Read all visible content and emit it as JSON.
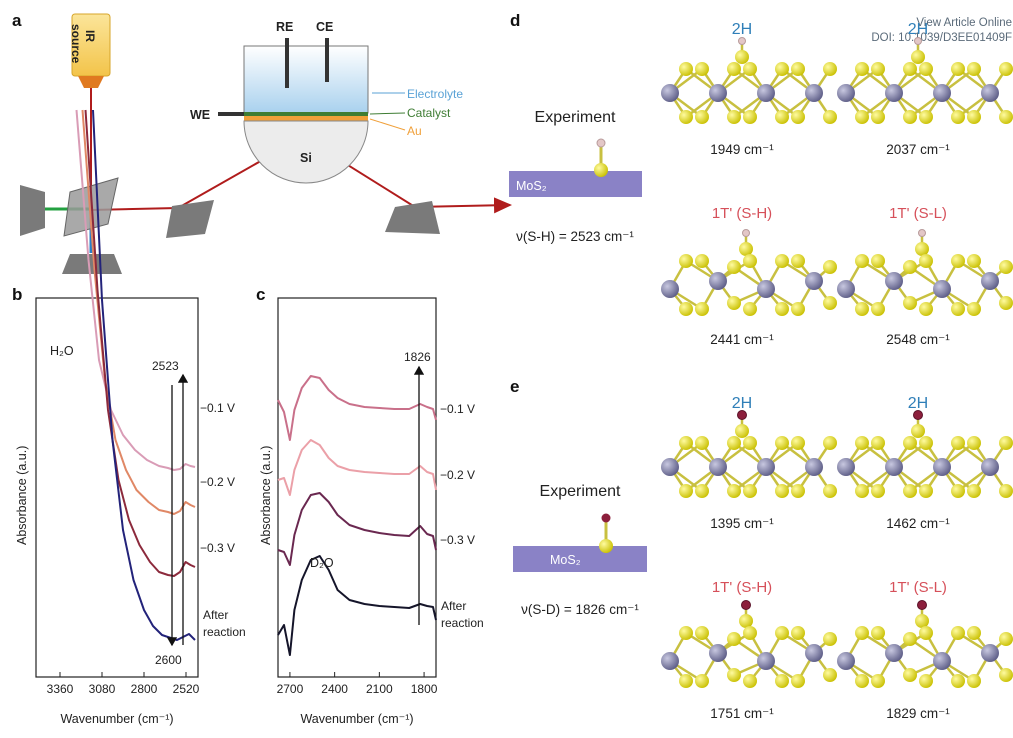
{
  "watermark": {
    "line1": "View Article Online",
    "line2": "DOI: 10.1039/D3EE01409F"
  },
  "panel_a": {
    "label": "a",
    "source_line1": "IR",
    "source_line2": "source",
    "electrodes": {
      "re": "RE",
      "ce": "CE",
      "we": "WE"
    },
    "layers": {
      "electrolyte": "Electrolyte",
      "catalyst": "Catalyst",
      "au": "Au",
      "si": "Si"
    },
    "colors": {
      "electrolyte": "#5aa2d6",
      "catalyst": "#3f7d34",
      "au": "#f0a03a",
      "beam": "#b01c1c",
      "source": "#f7d56a"
    }
  },
  "chart_data": [
    {
      "panel": "b",
      "type": "line",
      "xlabel": "Wavenumber (cm⁻¹)",
      "ylabel": "Absorbance (a.u.)",
      "x_ticks": [
        3360,
        3080,
        2800,
        2520
      ],
      "xlim": [
        3520,
        2440
      ],
      "inner_label": "H₂O",
      "annotation_up": "2523",
      "annotation_down": "2600",
      "series": [
        {
          "name": "−0.1 V",
          "color": "#d99cb6",
          "points": [
            [
              3250,
              110
            ],
            [
              3170,
              260
            ],
            [
              3100,
              360
            ],
            [
              3020,
              410
            ],
            [
              2940,
              435
            ],
            [
              2860,
              450
            ],
            [
              2780,
              460
            ],
            [
              2700,
              466
            ],
            [
              2640,
              468
            ],
            [
              2600,
              470
            ],
            [
              2560,
              469
            ],
            [
              2523,
              464
            ],
            [
              2490,
              466
            ],
            [
              2460,
              467
            ]
          ]
        },
        {
          "name": "−0.2 V",
          "color": "#e08866",
          "points": [
            [
              3210,
              110
            ],
            [
              3130,
              270
            ],
            [
              3060,
              380
            ],
            [
              2990,
              440
            ],
            [
              2920,
              470
            ],
            [
              2850,
              490
            ],
            [
              2770,
              502
            ],
            [
              2700,
              510
            ],
            [
              2640,
              512
            ],
            [
              2600,
              514
            ],
            [
              2560,
              511
            ],
            [
              2523,
              502
            ],
            [
              2490,
              505
            ],
            [
              2460,
              507
            ]
          ]
        },
        {
          "name": "−0.3 V",
          "color": "#8c2a3c",
          "points": [
            [
              3190,
              110
            ],
            [
              3110,
              290
            ],
            [
              3040,
              410
            ],
            [
              2970,
              480
            ],
            [
              2900,
              520
            ],
            [
              2830,
              545
            ],
            [
              2760,
              562
            ],
            [
              2700,
              572
            ],
            [
              2640,
              575
            ],
            [
              2600,
              576
            ],
            [
              2560,
              572
            ],
            [
              2523,
              562
            ],
            [
              2490,
              565
            ],
            [
              2460,
              567
            ]
          ]
        },
        {
          "name": "After reaction",
          "color": "#23237a",
          "points": [
            [
              3140,
              110
            ],
            [
              3080,
              300
            ],
            [
              3010,
              440
            ],
            [
              2940,
              530
            ],
            [
              2870,
              580
            ],
            [
              2800,
              610
            ],
            [
              2740,
              626
            ],
            [
              2680,
              635
            ],
            [
              2620,
              638
            ],
            [
              2580,
              640
            ],
            [
              2540,
              637
            ],
            [
              2500,
              634
            ],
            [
              2460,
              640
            ]
          ]
        }
      ]
    },
    {
      "panel": "c",
      "type": "line",
      "xlabel": "Wavenumber (cm⁻¹)",
      "ylabel": "Absorbance (a.u.)",
      "x_ticks": [
        2700,
        2400,
        2100,
        1800
      ],
      "xlim": [
        2780,
        1720
      ],
      "inner_label": "D₂O",
      "annotation_up": "1826",
      "series": [
        {
          "name": "−0.1 V",
          "color": "#c9708a",
          "points": [
            [
              2780,
              400
            ],
            [
              2740,
              412
            ],
            [
              2700,
              440
            ],
            [
              2670,
              410
            ],
            [
              2620,
              388
            ],
            [
              2560,
              376
            ],
            [
              2500,
              378
            ],
            [
              2440,
              390
            ],
            [
              2380,
              398
            ],
            [
              2300,
              404
            ],
            [
              2200,
              407
            ],
            [
              2100,
              408
            ],
            [
              2000,
              409
            ],
            [
              1900,
              409
            ],
            [
              1826,
              404
            ],
            [
              1780,
              407
            ],
            [
              1740,
              409
            ],
            [
              1720,
              420
            ]
          ]
        },
        {
          "name": "−0.2 V",
          "color": "#eba0a8",
          "points": [
            [
              2780,
              480
            ],
            [
              2740,
              478
            ],
            [
              2700,
              495
            ],
            [
              2670,
              470
            ],
            [
              2620,
              450
            ],
            [
              2560,
              440
            ],
            [
              2500,
              445
            ],
            [
              2440,
              458
            ],
            [
              2380,
              466
            ],
            [
              2300,
              470
            ],
            [
              2200,
              472
            ],
            [
              2100,
              473
            ],
            [
              2000,
              474
            ],
            [
              1900,
              474
            ],
            [
              1826,
              466
            ],
            [
              1780,
              472
            ],
            [
              1740,
              474
            ],
            [
              1720,
              490
            ]
          ]
        },
        {
          "name": "−0.3 V",
          "color": "#6a2850",
          "points": [
            [
              2780,
              550
            ],
            [
              2740,
              552
            ],
            [
              2700,
              565
            ],
            [
              2670,
              535
            ],
            [
              2620,
              510
            ],
            [
              2560,
              495
            ],
            [
              2500,
              493
            ],
            [
              2440,
              502
            ],
            [
              2380,
              515
            ],
            [
              2300,
              525
            ],
            [
              2200,
              530
            ],
            [
              2100,
              533
            ],
            [
              2000,
              535
            ],
            [
              1900,
              536
            ],
            [
              1826,
              526
            ],
            [
              1780,
              534
            ],
            [
              1740,
              536
            ],
            [
              1720,
              550
            ]
          ]
        },
        {
          "name": "After reaction",
          "color": "#15152a",
          "points": [
            [
              2780,
              635
            ],
            [
              2740,
              625
            ],
            [
              2700,
              655
            ],
            [
              2670,
              610
            ],
            [
              2620,
              580
            ],
            [
              2560,
              560
            ],
            [
              2500,
              556
            ],
            [
              2440,
              570
            ],
            [
              2380,
              590
            ],
            [
              2300,
              600
            ],
            [
              2200,
              604
            ],
            [
              2100,
              606
            ],
            [
              2000,
              607
            ],
            [
              1900,
              608
            ],
            [
              1826,
              604
            ],
            [
              1780,
              606
            ],
            [
              1740,
              607
            ],
            [
              1720,
              620
            ]
          ]
        }
      ]
    }
  ],
  "panel_d": {
    "label": "d",
    "experiment_label": "Experiment",
    "substrate": "MoS₂",
    "equation": "ν(S-H) = 2523 cm⁻¹",
    "phases": [
      "2H",
      "2H",
      "1T' (S-H)",
      "1T' (S-L)"
    ],
    "freqs": [
      "1949 cm⁻¹",
      "2037 cm⁻¹",
      "2441 cm⁻¹",
      "2548 cm⁻¹"
    ]
  },
  "panel_e": {
    "label": "e",
    "experiment_label": "Experiment",
    "substrate": "MoS₂",
    "equation": "ν(S-D) = 1826 cm⁻¹",
    "phases": [
      "2H",
      "2H",
      "1T' (S-H)",
      "1T' (S-L)"
    ],
    "freqs": [
      "1395 cm⁻¹",
      "1462 cm⁻¹",
      "1751 cm⁻¹",
      "1829 cm⁻¹"
    ]
  },
  "colors": {
    "mo": "#7c7ca0",
    "s": "#e8e02a",
    "bond": "#c8c040",
    "mos2_slab": "#8a82c6",
    "h_atom": "#e3c7c7",
    "d_atom": "#8c1f3c"
  }
}
